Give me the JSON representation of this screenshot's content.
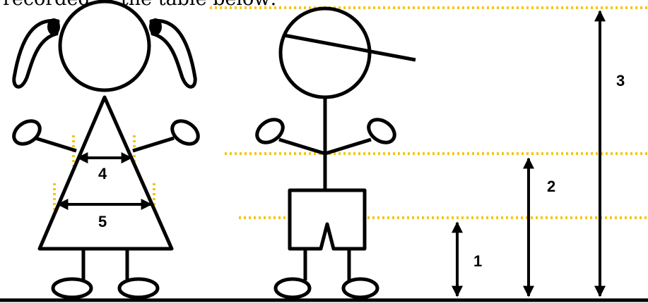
{
  "caption": "recorded in the table below:",
  "labels": {
    "m1": "1",
    "m2": "2",
    "m3": "3",
    "m4": "4",
    "m5": "5"
  },
  "colors": {
    "ink": "#000000",
    "guide": "#F5C518",
    "background": "#FFFFFF"
  }
}
